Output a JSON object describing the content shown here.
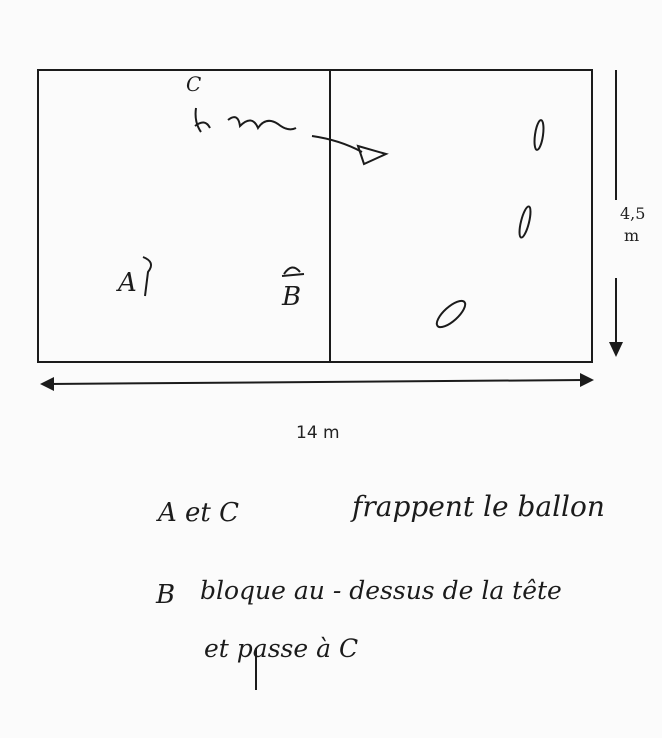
{
  "court": {
    "height_label_value": "4,5",
    "height_label_unit": "m",
    "length_label": "14 m"
  },
  "players": {
    "a": "A",
    "b": "B",
    "c": "C"
  },
  "notes": {
    "line1_subject": "A et C",
    "line1_text": "frappent le ballon",
    "line2_subject": "B",
    "line2_text": "bloque au - dessus de la tête",
    "line3_text": "et passe à C"
  },
  "colors": {
    "ink": "#1b1b1b",
    "paper": "#fbfbfb"
  }
}
